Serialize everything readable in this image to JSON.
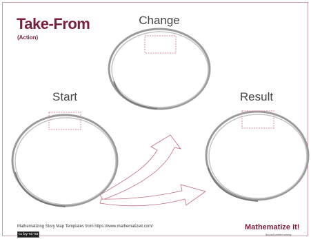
{
  "header": {
    "title": "Take-From",
    "subtitle": "(Action)"
  },
  "circles": {
    "start_label": "Start",
    "change_label": "Change",
    "result_label": "Result"
  },
  "footer": {
    "source": "Mathematizing Story Map Templates from https://www.mathematizeit.com/",
    "brand": "Mathematize It!",
    "tagline": "Beyond problem solving",
    "license_badge": "cc by-nc-sa"
  },
  "colors": {
    "accent": "#7a1f3d",
    "box_dash": "#d98a9a",
    "arrow": "#b85a6a",
    "circle_stroke": "#8c8c8c"
  }
}
